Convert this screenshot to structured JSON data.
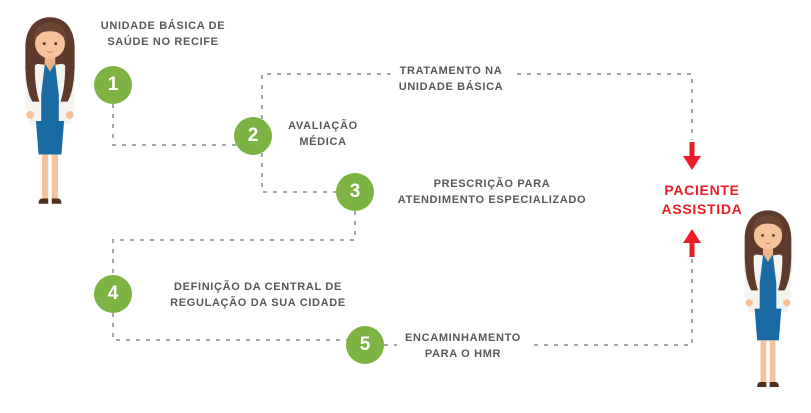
{
  "diagram": {
    "steps": [
      {
        "number": "1",
        "label": "UNIDADE BÁSICA DE\nSAÚDE NO RECIFE"
      },
      {
        "number": "2",
        "label": "AVALIAÇÃO\nMÉDICA"
      },
      {
        "number": "3",
        "label": "PRESCRIÇÃO PARA\nATENDIMENTO ESPECIALIZADO"
      },
      {
        "number": "4",
        "label": "DEFINIÇÃO DA CENTRAL DE\nREGULAÇÃO DA SUA CIDADE"
      },
      {
        "number": "5",
        "label": "ENCAMINHAMENTO\nPARA O HMR"
      }
    ],
    "treatment_label": "TRATAMENTO NA\nUNIDADE BÁSICA",
    "outcome": "PACIENTE\nASSISTIDA",
    "colors": {
      "step_circle": "#7cb342",
      "label_text": "#57585b",
      "dashed_line": "#a6a6a6",
      "outcome_red": "#ed1c24"
    }
  }
}
